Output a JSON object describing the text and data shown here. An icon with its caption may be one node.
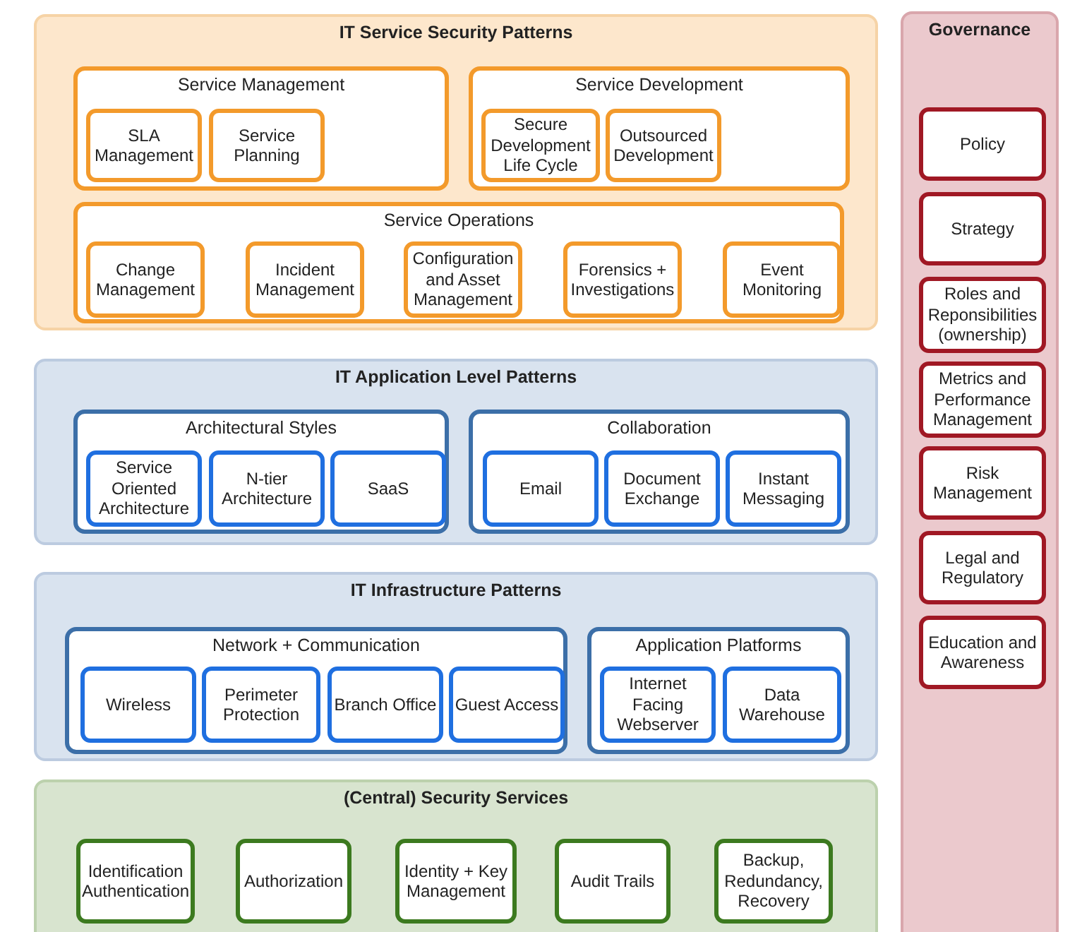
{
  "diagram": {
    "nodes": [
      {
        "text": [
          "IT Service Security Patterns"
        ]
      },
      {
        "text": [
          "Service Management"
        ],
        "in": 0
      },
      {
        "text": [
          "SLA Management"
        ],
        "in": 1
      },
      {
        "text": [
          "Service Planning"
        ],
        "in": 1
      },
      {
        "text": [
          "Service Development"
        ],
        "in": 0
      },
      {
        "text": [
          "Secure Development Life Cycle"
        ],
        "in": 4
      },
      {
        "text": [
          "Outsourced Development"
        ],
        "in": 4
      },
      {
        "text": [
          "Service Operations"
        ],
        "in": 0
      },
      {
        "text": [
          "Change Management"
        ],
        "in": 7
      },
      {
        "text": [
          "Incident Management"
        ],
        "in": 7
      },
      {
        "text": [
          "Configuration and Asset Management"
        ],
        "in": 7
      },
      {
        "text": [
          "Forensics + Investigations"
        ],
        "in": 7
      },
      {
        "text": [
          "Event Monitoring"
        ],
        "in": 7
      },
      {
        "text": [
          "IT Application Level Patterns"
        ]
      },
      {
        "text": [
          "Architectural Styles"
        ],
        "in": 13
      },
      {
        "text": [
          "Service Oriented Architecture"
        ],
        "in": 14
      },
      {
        "text": [
          "N-tier Architecture"
        ],
        "in": 14
      },
      {
        "text": [
          "SaaS"
        ],
        "in": 14
      },
      {
        "text": [
          "Collaboration"
        ],
        "in": 13
      },
      {
        "text": [
          "Email"
        ],
        "in": 18
      },
      {
        "text": [
          "Document Exchange"
        ],
        "in": 18
      },
      {
        "text": [
          "Instant Messaging"
        ],
        "in": 18
      },
      {
        "text": [
          "IT Infrastructure Patterns"
        ]
      },
      {
        "text": [
          "Network + Communication"
        ],
        "in": 22
      },
      {
        "text": [
          "Wireless"
        ],
        "in": 23
      },
      {
        "text": [
          "Perimeter Protection"
        ],
        "in": 23
      },
      {
        "text": [
          "Branch Office"
        ],
        "in": 23
      },
      {
        "text": [
          "Guest Access"
        ],
        "in": 23
      },
      {
        "text": [
          "Application Platforms"
        ],
        "in": 22
      },
      {
        "text": [
          "Internet Facing Webserver"
        ],
        "in": 28
      },
      {
        "text": [
          "Data Warehouse"
        ],
        "in": 28
      },
      {
        "text": [
          "(Central) Security Services"
        ]
      },
      {
        "text": [
          "Identification Authentication"
        ],
        "in": 31
      },
      {
        "text": [
          "Authorization"
        ],
        "in": 31
      },
      {
        "text": [
          "Identity + Key Management"
        ],
        "in": 31
      },
      {
        "text": [
          "Audit Trails"
        ],
        "in": 31
      },
      {
        "text": [
          "Backup, Redundancy, Recovery"
        ],
        "in": 31
      },
      {
        "text": [
          "Governance"
        ]
      },
      {
        "text": [
          "Policy"
        ],
        "in": 37
      },
      {
        "text": [
          "Strategy"
        ],
        "in": 37
      },
      {
        "text": [
          "Roles and Reponsibilities (ownership)"
        ],
        "in": 37
      },
      {
        "text": [
          "Metrics and Performance Management"
        ],
        "in": 37
      },
      {
        "text": [
          "Risk Management"
        ],
        "in": 37
      },
      {
        "text": [
          "Legal and Regulatory"
        ],
        "in": 37
      },
      {
        "text": [
          "Education and Awareness"
        ],
        "in": 37
      }
    ]
  }
}
